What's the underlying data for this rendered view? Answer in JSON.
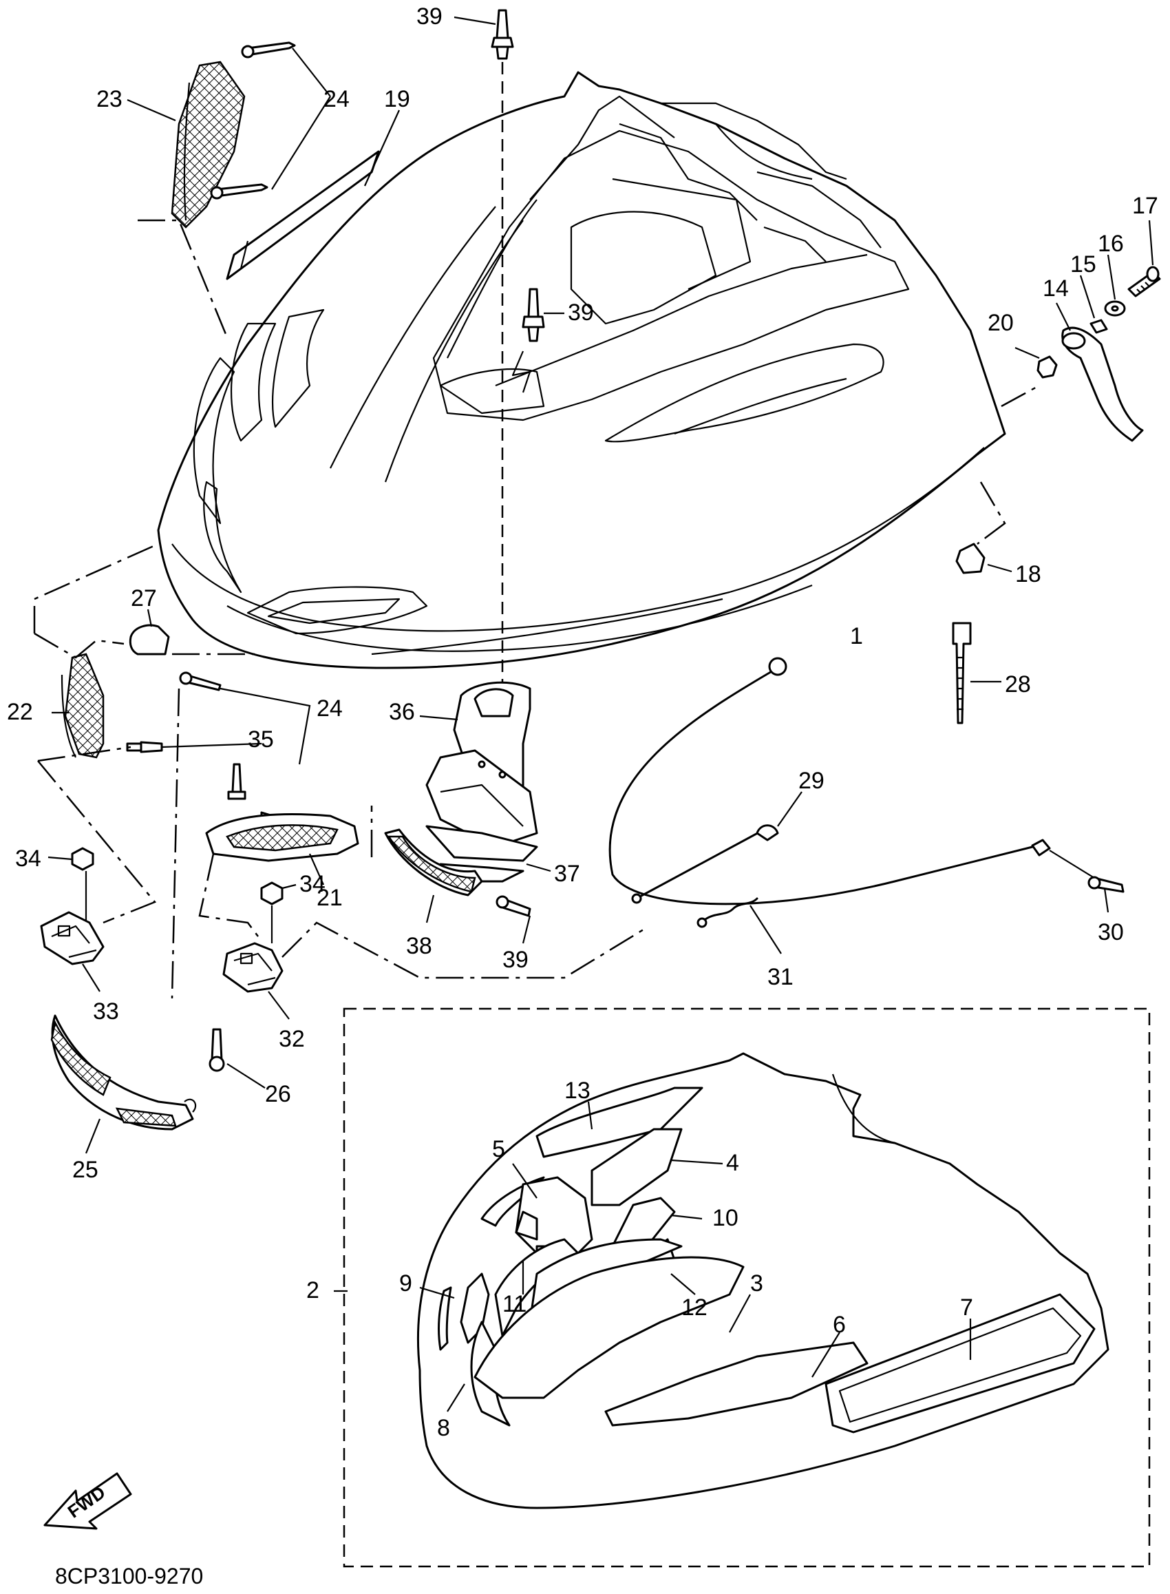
{
  "diagram_code": "8CP3100-9270",
  "fwd_label": "FWD",
  "callouts": [
    {
      "id": "c1",
      "text": "1"
    },
    {
      "id": "c2",
      "text": "2"
    },
    {
      "id": "c3",
      "text": "3"
    },
    {
      "id": "c4",
      "text": "4"
    },
    {
      "id": "c5",
      "text": "5"
    },
    {
      "id": "c6",
      "text": "6"
    },
    {
      "id": "c7",
      "text": "7"
    },
    {
      "id": "c8",
      "text": "8"
    },
    {
      "id": "c9",
      "text": "9"
    },
    {
      "id": "c10",
      "text": "10"
    },
    {
      "id": "c11",
      "text": "11"
    },
    {
      "id": "c12",
      "text": "12"
    },
    {
      "id": "c13",
      "text": "13"
    },
    {
      "id": "c14",
      "text": "14"
    },
    {
      "id": "c15",
      "text": "15"
    },
    {
      "id": "c16",
      "text": "16"
    },
    {
      "id": "c17",
      "text": "17"
    },
    {
      "id": "c18",
      "text": "18"
    },
    {
      "id": "c19",
      "text": "19"
    },
    {
      "id": "c20",
      "text": "20"
    },
    {
      "id": "c21",
      "text": "21"
    },
    {
      "id": "c22",
      "text": "22"
    },
    {
      "id": "c23",
      "text": "23"
    },
    {
      "id": "c24a",
      "text": "24"
    },
    {
      "id": "c24b",
      "text": "24"
    },
    {
      "id": "c25",
      "text": "25"
    },
    {
      "id": "c26",
      "text": "26"
    },
    {
      "id": "c27",
      "text": "27"
    },
    {
      "id": "c28",
      "text": "28"
    },
    {
      "id": "c29",
      "text": "29"
    },
    {
      "id": "c30",
      "text": "30"
    },
    {
      "id": "c31",
      "text": "31"
    },
    {
      "id": "c32",
      "text": "32"
    },
    {
      "id": "c33",
      "text": "33"
    },
    {
      "id": "c34a",
      "text": "34"
    },
    {
      "id": "c34b",
      "text": "34"
    },
    {
      "id": "c35",
      "text": "35"
    },
    {
      "id": "c36",
      "text": "36"
    },
    {
      "id": "c37",
      "text": "37"
    },
    {
      "id": "c38",
      "text": "38"
    },
    {
      "id": "c39a",
      "text": "39"
    },
    {
      "id": "c39b",
      "text": "39"
    },
    {
      "id": "c39c",
      "text": "39"
    }
  ]
}
